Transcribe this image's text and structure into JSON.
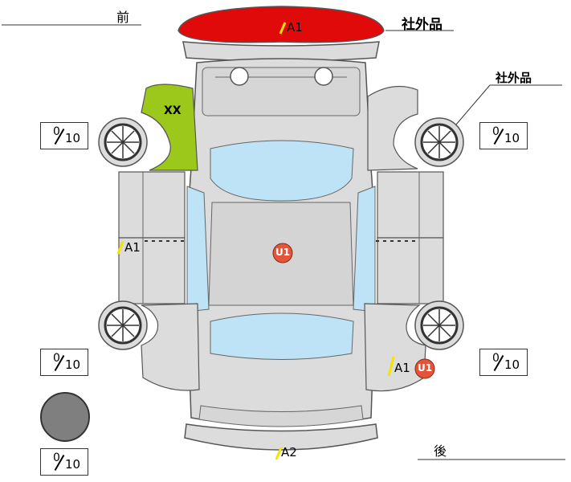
{
  "orientation": {
    "front": "前",
    "rear": "後"
  },
  "brand_labels": [
    "社外品",
    "社外品"
  ],
  "tire_tread": [
    {
      "value": "0",
      "max": "10"
    },
    {
      "value": "0",
      "max": "10"
    },
    {
      "value": "0",
      "max": "10"
    },
    {
      "value": "0",
      "max": "10"
    },
    {
      "value": "0",
      "max": "10"
    }
  ],
  "damage_marks": {
    "front_bumper": "A1",
    "left_side": "A1",
    "rear_bumper": "A2",
    "rear_right_panel_code": "A1",
    "roof_badge": "U1",
    "rear_right_badge": "U1",
    "front_left_fender_code": "XX"
  },
  "colors": {
    "body": "#dcdcdc",
    "outline": "#555555",
    "glass": "#bfe3f6",
    "front_bumper": "#e00a0a",
    "fender_highlight": "#9bc81a",
    "badge": "#e2553a",
    "scratch": "#f4e400",
    "spare_tire": "#7f7f7f"
  }
}
